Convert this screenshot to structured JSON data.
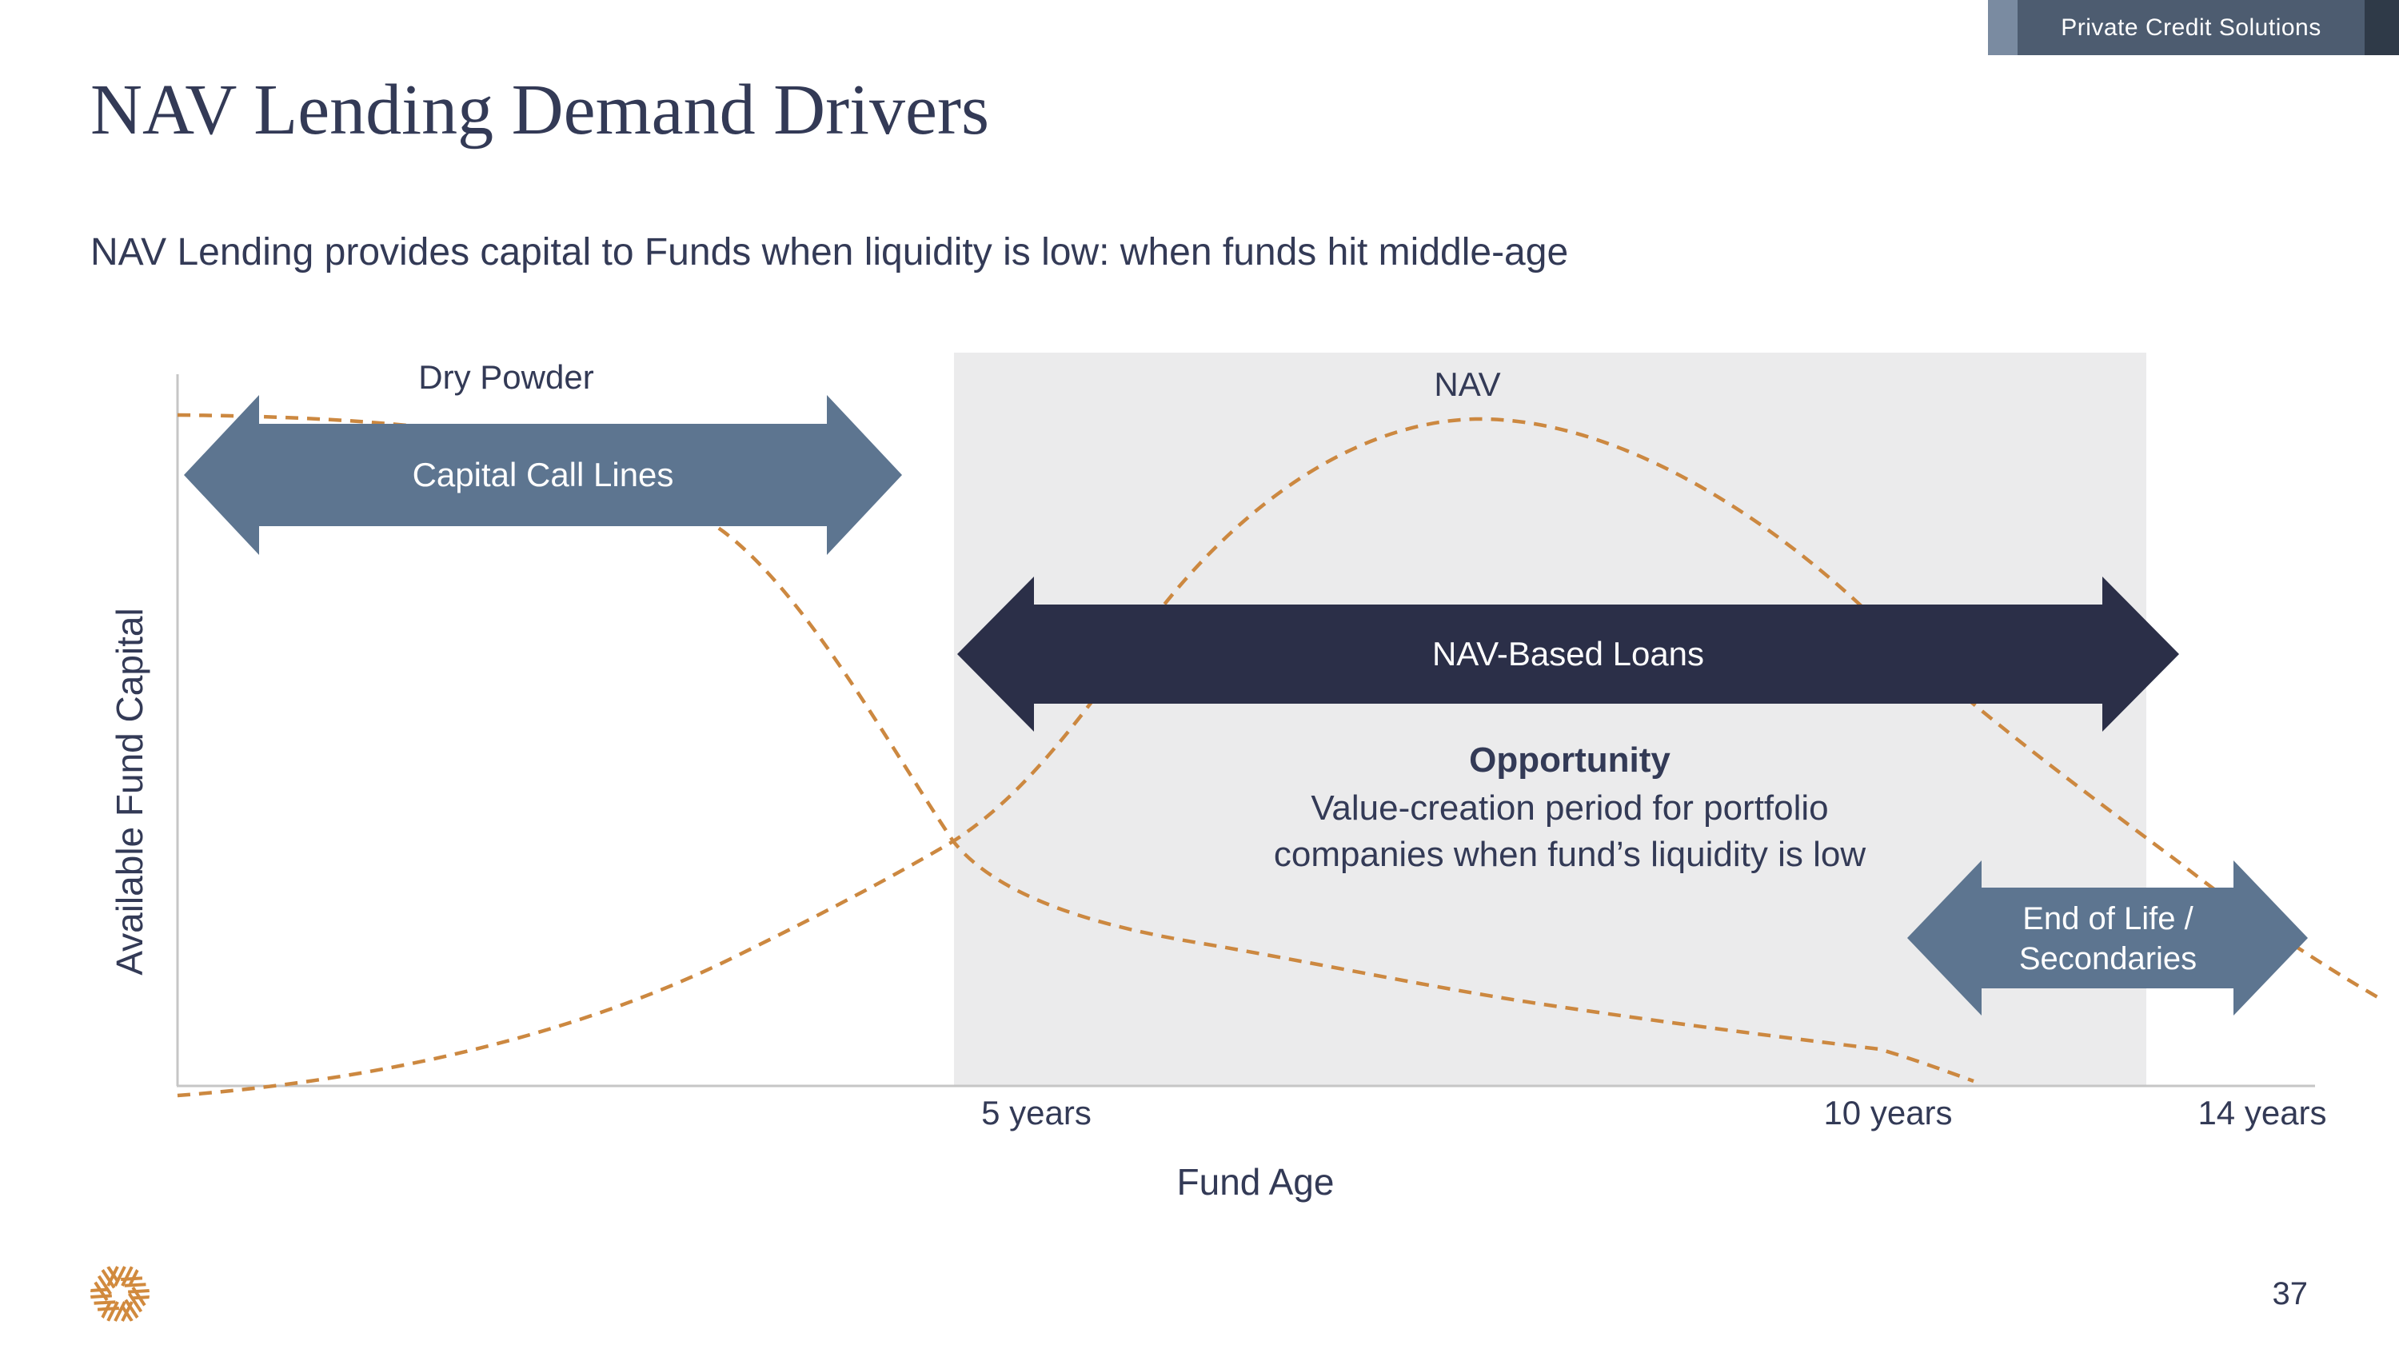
{
  "slide": {
    "badge": {
      "label": "Private Credit Solutions"
    },
    "title": "NAV Lending Demand Drivers",
    "subtitle": "NAV Lending provides capital to Funds when liquidity is low: when funds hit middle-age",
    "page_number": "37",
    "logo_name": "orange-starburst-logo"
  },
  "colors": {
    "text_navy": "#333a56",
    "slate_arrow": "#5d7590",
    "dark_navy_arrow": "#2b2f48",
    "dashed_curve_orange": "#cc8840",
    "highlight_band_gray": "#ebebec",
    "axis_gray": "#c6c6c6",
    "badge_light": "#7a8ba1",
    "badge_main": "#4d5c70",
    "badge_dark": "#2f3a48",
    "logo_orange": "#d18a3e"
  },
  "chart": {
    "labels": {
      "dry_powder": "Dry Powder",
      "nav": "NAV",
      "capital_call": "Capital Call Lines",
      "nav_based": "NAV-Based Loans",
      "end_of_life_1": "End of Life /",
      "end_of_life_2": "Secondaries",
      "opportunity_title": "Opportunity",
      "opportunity_line1": "Value-creation period for portfolio",
      "opportunity_line2": "companies when fund’s liquidity is low",
      "tick_5": "5 years",
      "tick_10": "10 years",
      "tick_14": "14 years",
      "x_axis_title": "Fund Age",
      "y_axis_title": "Available Fund Capital"
    }
  },
  "chart_data": {
    "type": "line",
    "title": "",
    "xlabel": "Fund Age",
    "ylabel": "Available Fund Capital",
    "x_tick_labels": [
      "5 years",
      "10 years",
      "14 years"
    ],
    "y_axis_note": "schematic, unlabeled; values estimated as percent of maximum available fund capital",
    "grid": false,
    "legend_position": "labels placed directly above each curve",
    "series": [
      {
        "name": "Dry Powder",
        "line_style": "dashed",
        "color": "#cc8840",
        "x_fraction_of_axis": [
          0.0,
          0.11,
          0.26,
          0.36,
          0.48,
          0.64,
          0.8,
          0.84
        ],
        "y_percent_of_max": [
          94,
          93,
          78,
          34,
          20,
          11,
          5,
          1
        ]
      },
      {
        "name": "NAV",
        "line_style": "dashed",
        "color": "#cc8840",
        "x_fraction_of_axis": [
          0.0,
          0.26,
          0.36,
          0.45,
          0.61,
          0.79,
          0.94,
          1.0
        ],
        "y_percent_of_max": [
          0,
          18,
          34,
          64,
          94,
          67,
          31,
          12
        ]
      }
    ],
    "highlight_band": {
      "from_tick": "5 years",
      "to": "just past 10 years",
      "fill": "#ebebec"
    },
    "annotations": [
      {
        "type": "double-headed-arrow",
        "label": "Capital Call Lines",
        "color": "#5d7590",
        "span": "fund age 0 to ~5 years"
      },
      {
        "type": "double-headed-arrow",
        "label": "NAV-Based Loans",
        "color": "#2b2f48",
        "span": "fund age ~5 to ~12 years"
      },
      {
        "type": "double-headed-arrow",
        "label": "End of Life / Secondaries",
        "color": "#5d7590",
        "span": "fund age ~11 to 14+ years"
      },
      {
        "type": "text-block",
        "lines": [
          "Opportunity",
          "Value-creation period for portfolio",
          "companies when fund’s liquidity is low"
        ]
      }
    ]
  }
}
